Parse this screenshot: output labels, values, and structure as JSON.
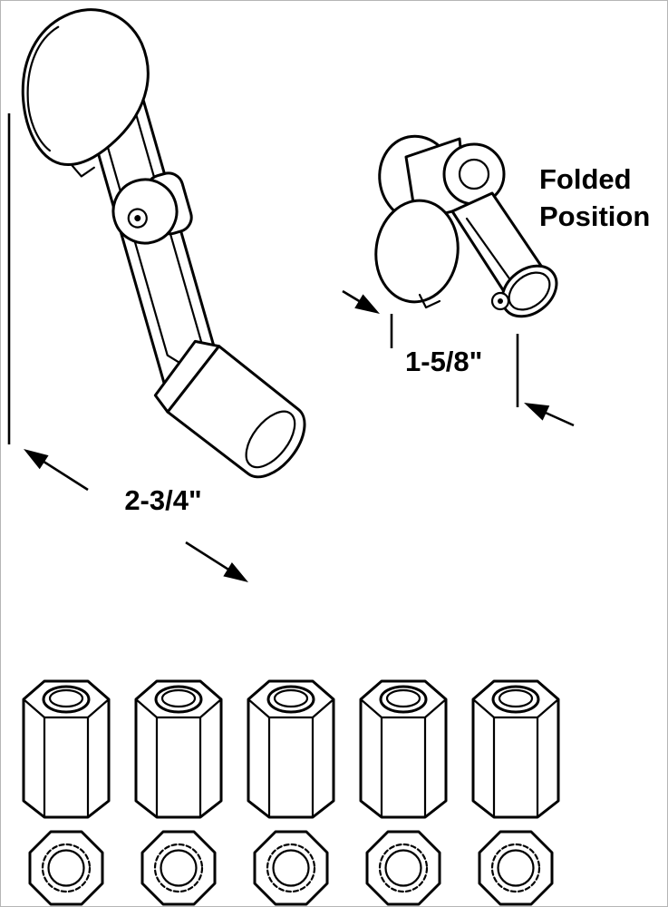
{
  "image": {
    "background": "#ffffff",
    "border_color": "#b5b5b5",
    "line_color": "#000000"
  },
  "labels": {
    "folded_caption_line1": "Folded",
    "folded_caption_line2": "Position",
    "extended_dimension": "2-3/4\"",
    "folded_dimension": "1-5/8\""
  },
  "parts": {
    "crank_extended": "crank-handle-extended",
    "crank_folded": "crank-handle-folded",
    "hex_adapter_count": 5,
    "spline_view_count": 5
  }
}
